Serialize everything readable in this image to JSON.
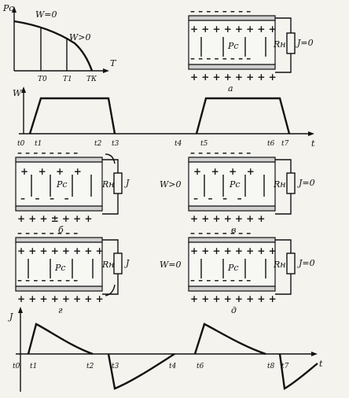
{
  "top_graph": {
    "y_label": "Pс",
    "x_label": "T",
    "curve_label_zero": "W=0",
    "curve_label_pos": "W>0",
    "ticks": [
      "T0",
      "T1",
      "TК"
    ]
  },
  "w_timing": {
    "y_label": "W",
    "x_label": "t",
    "ticks": [
      "t0",
      "t1",
      "t2",
      "t3",
      "t4",
      "t5",
      "t6",
      "t7"
    ]
  },
  "j_timing": {
    "y_label": "J",
    "x_label": "t",
    "ticks": [
      "t0",
      "t1",
      "t2",
      "t3",
      "t4",
      "t6",
      "t8",
      "t7"
    ]
  },
  "panels": [
    {
      "id": "а",
      "crystal_label": "Pс",
      "load_label": "Rн",
      "current_label": "J=0"
    },
    {
      "id": "б",
      "crystal_label": "Pс",
      "load_label": "Rн",
      "current_label": "J"
    },
    {
      "id": "в",
      "crystal_label": "Pс",
      "load_label": "Rн",
      "current_label": "J=0"
    },
    {
      "id": "г",
      "crystal_label": "Pс",
      "load_label": "Rн",
      "current_label": "J"
    },
    {
      "id": "д",
      "crystal_label": "Pс",
      "load_label": "Rн",
      "current_label": "J=0"
    }
  ],
  "conditions": [
    "W>0",
    "W=0"
  ]
}
